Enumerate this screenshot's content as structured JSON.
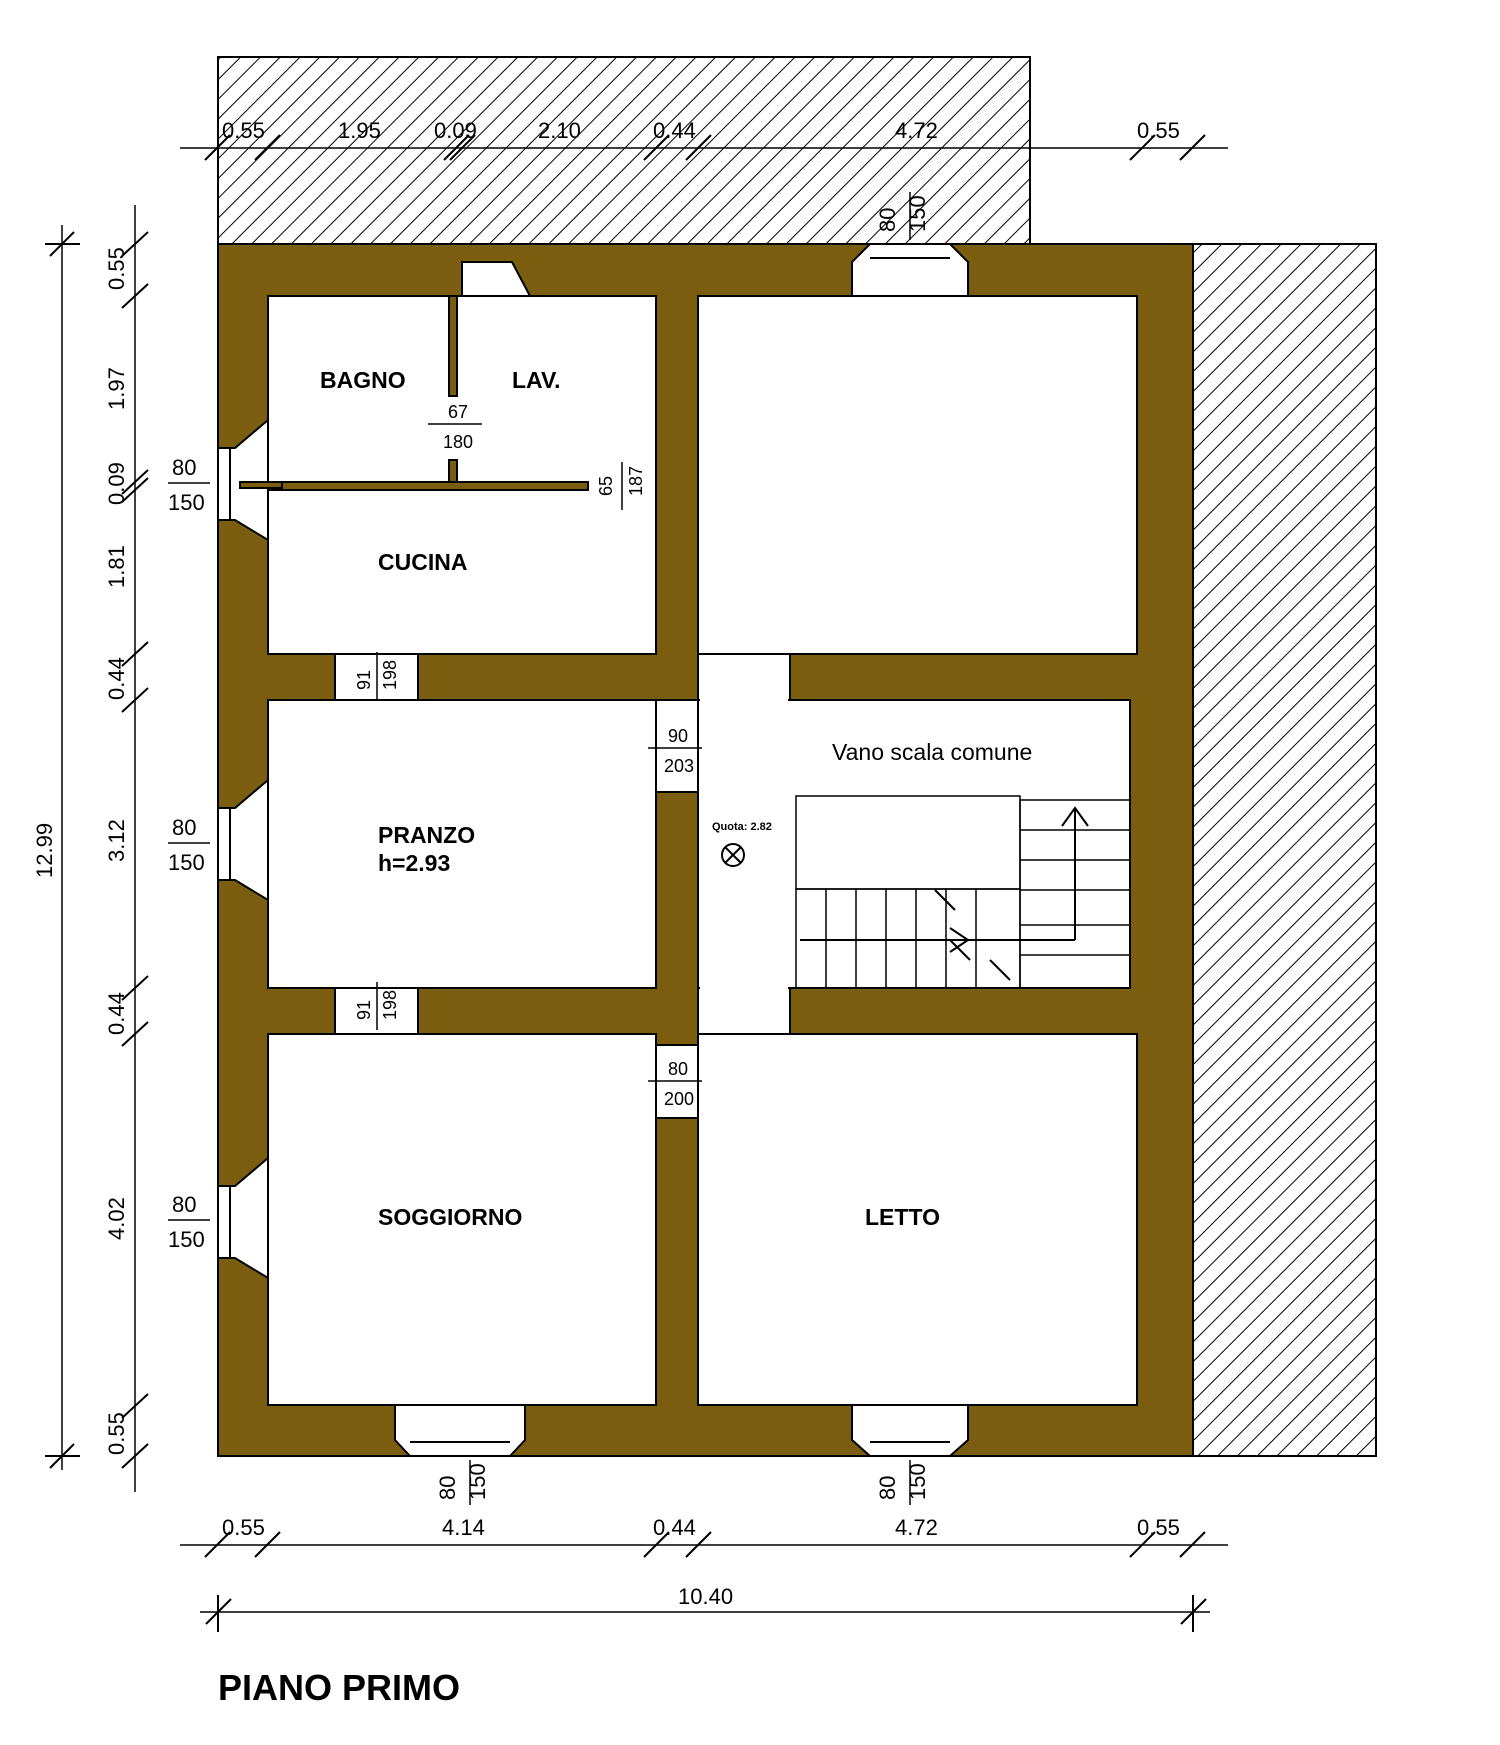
{
  "title": "PIANO PRIMO",
  "rooms": {
    "bagno": "BAGNO",
    "lav": "LAV.",
    "cucina": "CUCINA",
    "pranzo": "PRANZO",
    "pranzo_height": "h=2.93",
    "soggiorno": "SOGGIORNO",
    "letto": "LETTO",
    "stair": "Vano scala comune"
  },
  "quota": "Quota: 2.82",
  "dims_top": [
    "0.55",
    "1.95",
    "0.09",
    "2.10",
    "0.44",
    "4.72",
    "0.55"
  ],
  "dims_bottom": [
    "0.55",
    "4.14",
    "0.44",
    "4.72",
    "0.55"
  ],
  "dim_total_width": "10.40",
  "dims_left": [
    "0.55",
    "1.97",
    "0.09",
    "1.81",
    "0.44",
    "3.12",
    "0.44",
    "4.02",
    "0.55"
  ],
  "dim_total_height": "12.99",
  "openings": {
    "top_window": [
      "80",
      "150"
    ],
    "bath_door": [
      "67",
      "180"
    ],
    "kitchen_door": [
      "65",
      "187"
    ],
    "left_window_1": [
      "80",
      "150"
    ],
    "left_window_2": [
      "80",
      "150"
    ],
    "left_window_3": [
      "80",
      "150"
    ],
    "kitchen_pranzo_door": [
      "91",
      "198"
    ],
    "pranzo_soggiorno_door": [
      "91",
      "198"
    ],
    "corridor_door_1": [
      "90",
      "203"
    ],
    "corridor_door_2": [
      "80",
      "200"
    ],
    "bottom_window_1": [
      "80",
      "150"
    ],
    "bottom_window_2": [
      "80",
      "150"
    ]
  },
  "colors": {
    "wall": "#7a5d0f",
    "hatch": "#000000"
  }
}
